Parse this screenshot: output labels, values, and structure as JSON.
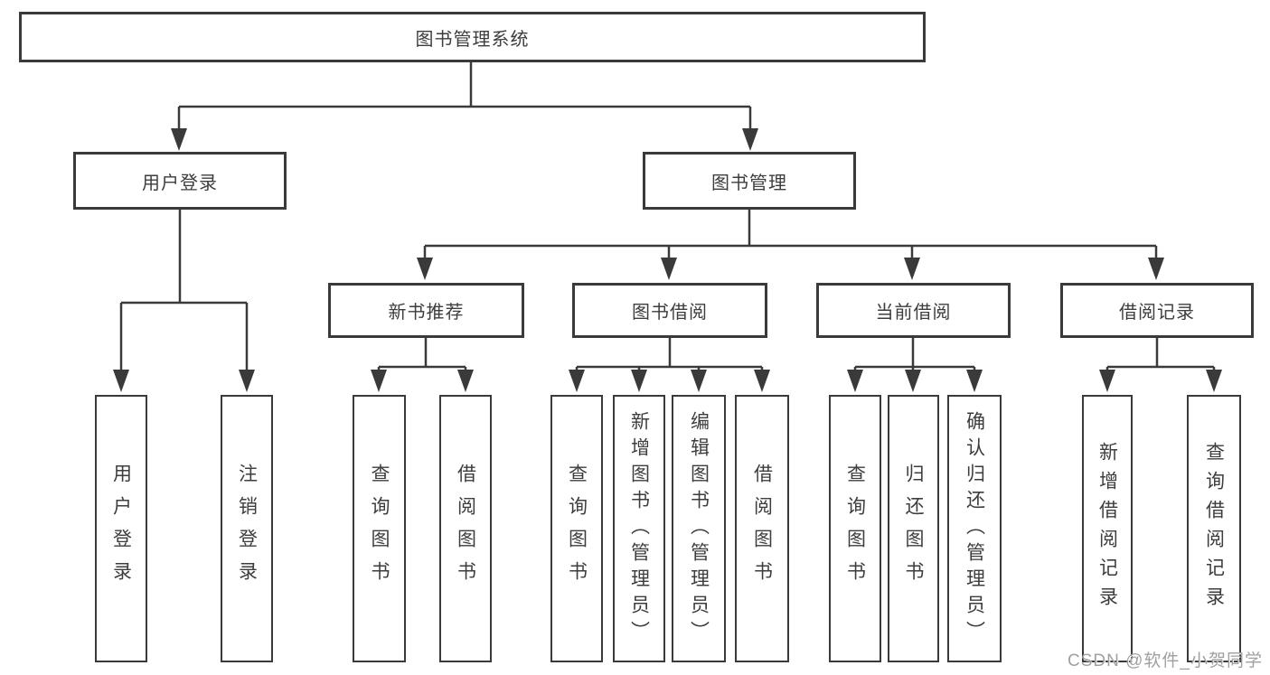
{
  "diagram": {
    "root": {
      "label": "图书管理系统"
    },
    "level2": [
      {
        "label": "用户登录"
      },
      {
        "label": "图书管理"
      }
    ],
    "level3": [
      {
        "label": "新书推荐"
      },
      {
        "label": "图书借阅"
      },
      {
        "label": "当前借阅"
      },
      {
        "label": "借阅记录"
      }
    ],
    "leaves": {
      "user_login": [
        {
          "label": "用户登录"
        },
        {
          "label": "注销登录"
        }
      ],
      "new_book_recommend": [
        {
          "label": "查询图书"
        },
        {
          "label": "借阅图书"
        }
      ],
      "book_borrow": [
        {
          "label": "查询图书"
        },
        {
          "label": "新增图书（管理员）"
        },
        {
          "label": "编辑图书（管理员）"
        },
        {
          "label": "借阅图书"
        }
      ],
      "current_borrow": [
        {
          "label": "查询图书"
        },
        {
          "label": "归还图书"
        },
        {
          "label": "确认归还（管理员）"
        }
      ],
      "borrow_record": [
        {
          "label": "新增借阅记录"
        },
        {
          "label": "查询借阅记录"
        }
      ]
    }
  },
  "watermark": {
    "text": "CSDN @软件_小贺同学"
  },
  "colors": {
    "line": "#3a3a3a",
    "text": "#3d3d3d",
    "watermark": "#a0a0a0",
    "background": "#ffffff"
  }
}
